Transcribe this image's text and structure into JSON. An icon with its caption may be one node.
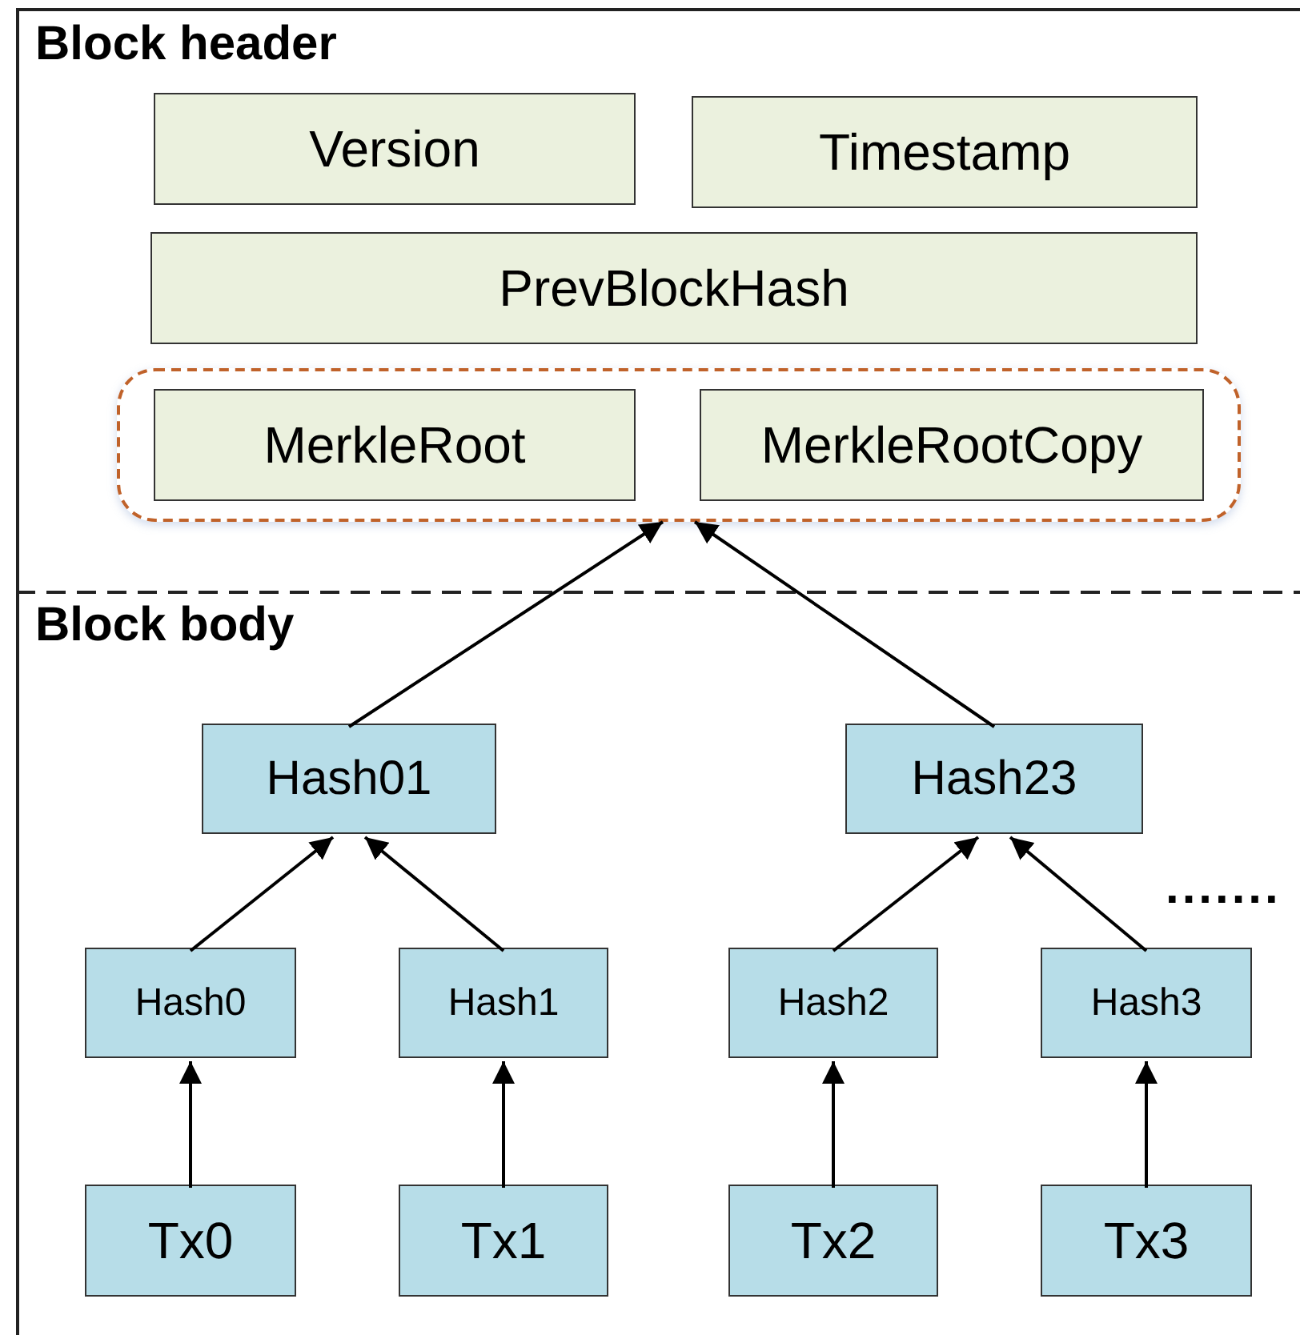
{
  "diagram": {
    "nodes": [
      {
        "text": [
          "Block header"
        ]
      },
      {
        "text": [
          "Version"
        ],
        "in": 0
      },
      {
        "text": [
          "Timestamp"
        ],
        "in": 0
      },
      {
        "text": [
          "PrevBlockHash"
        ],
        "in": 0
      },
      {
        "text": [],
        "shape": "box",
        "in": 0
      },
      {
        "text": [
          "MerkleRoot"
        ],
        "in": 4
      },
      {
        "text": [
          "MerkleRootCopy"
        ],
        "in": 4
      },
      {
        "text": [
          "Block body"
        ]
      },
      {
        "text": [
          "Hash01"
        ],
        "in": 7
      },
      {
        "text": [
          "Hash23"
        ],
        "in": 7
      },
      {
        "text": [
          "Hash0"
        ],
        "in": 7
      },
      {
        "text": [
          "Hash1"
        ],
        "in": 7
      },
      {
        "text": [
          "Hash2"
        ],
        "in": 7
      },
      {
        "text": [
          "Hash3"
        ],
        "in": 7
      },
      {
        "text": [
          "Tx0"
        ],
        "in": 7
      },
      {
        "text": [
          "Tx1"
        ],
        "in": 7
      },
      {
        "text": [
          "Tx2"
        ],
        "in": 7
      },
      {
        "text": [
          "Tx3"
        ],
        "in": 7
      }
    ],
    "edges": [
      {
        "from": 8,
        "to": 4,
        "arrow": "to"
      },
      {
        "from": 9,
        "to": 4,
        "arrow": "to"
      },
      {
        "from": 10,
        "to": 8,
        "arrow": "to"
      },
      {
        "from": 11,
        "to": 8,
        "arrow": "to"
      },
      {
        "from": 12,
        "to": 9,
        "arrow": "to"
      },
      {
        "from": 13,
        "to": 9,
        "arrow": "to"
      },
      {
        "from": 14,
        "to": 10,
        "arrow": "to"
      },
      {
        "from": 15,
        "to": 11,
        "arrow": "to"
      },
      {
        "from": 16,
        "to": 12,
        "arrow": "to"
      },
      {
        "from": 17,
        "to": 13,
        "arrow": "to"
      }
    ],
    "labels": [
      "......."
    ]
  }
}
